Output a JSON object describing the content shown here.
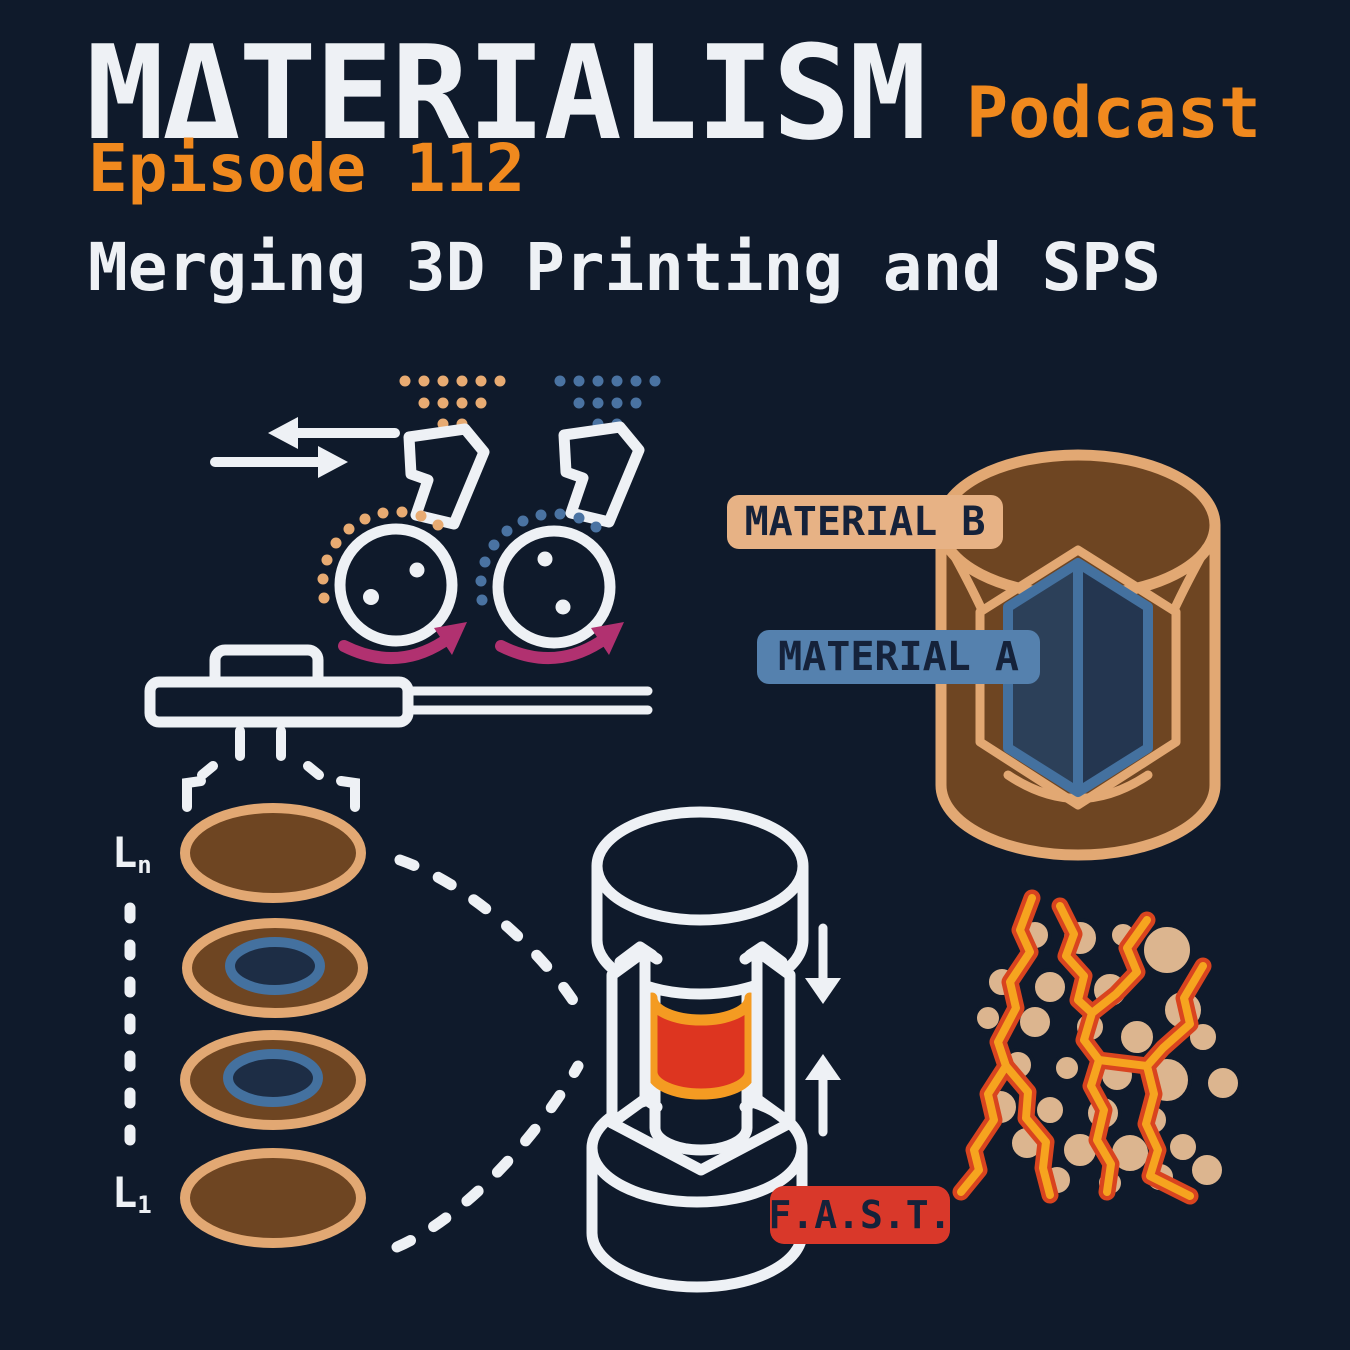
{
  "header": {
    "title": "MΔTERIALISM",
    "podcast": "Podcast",
    "episode": "Episode 112",
    "subtitle": "Merging 3D Printing and SPS"
  },
  "labels": {
    "material_b": "MATERIAL B",
    "material_a": "MATERIAL A",
    "fast": "F.A.S.T.",
    "layer_n_base": "L",
    "layer_n_sub": "n",
    "layer_1_base": "L",
    "layer_1_sub": "1"
  },
  "illustrations": [
    "powder-spreading-rollers",
    "build-platform",
    "layer-stack",
    "dual-material-billet",
    "sps-press",
    "current-percolation-microstructure"
  ],
  "colors": {
    "background": "#0f1a2b",
    "text_primary": "#eef1f5",
    "accent_orange": "#f0891e",
    "tan_outline": "#e2a873",
    "tan_chip": "#e7b285",
    "brown_fill": "#6e4522",
    "powder_blue": "#4a73a2",
    "blue_chip": "#5581ae",
    "prism_blue": "#44719f",
    "magenta_arrow": "#b13170",
    "fast_red": "#d9382a",
    "sample_red": "#dd3520",
    "sample_glow": "#f49b22",
    "current_orange": "#f6a41f",
    "current_edge": "#d9441f",
    "particle_tan": "#dcb58f"
  }
}
